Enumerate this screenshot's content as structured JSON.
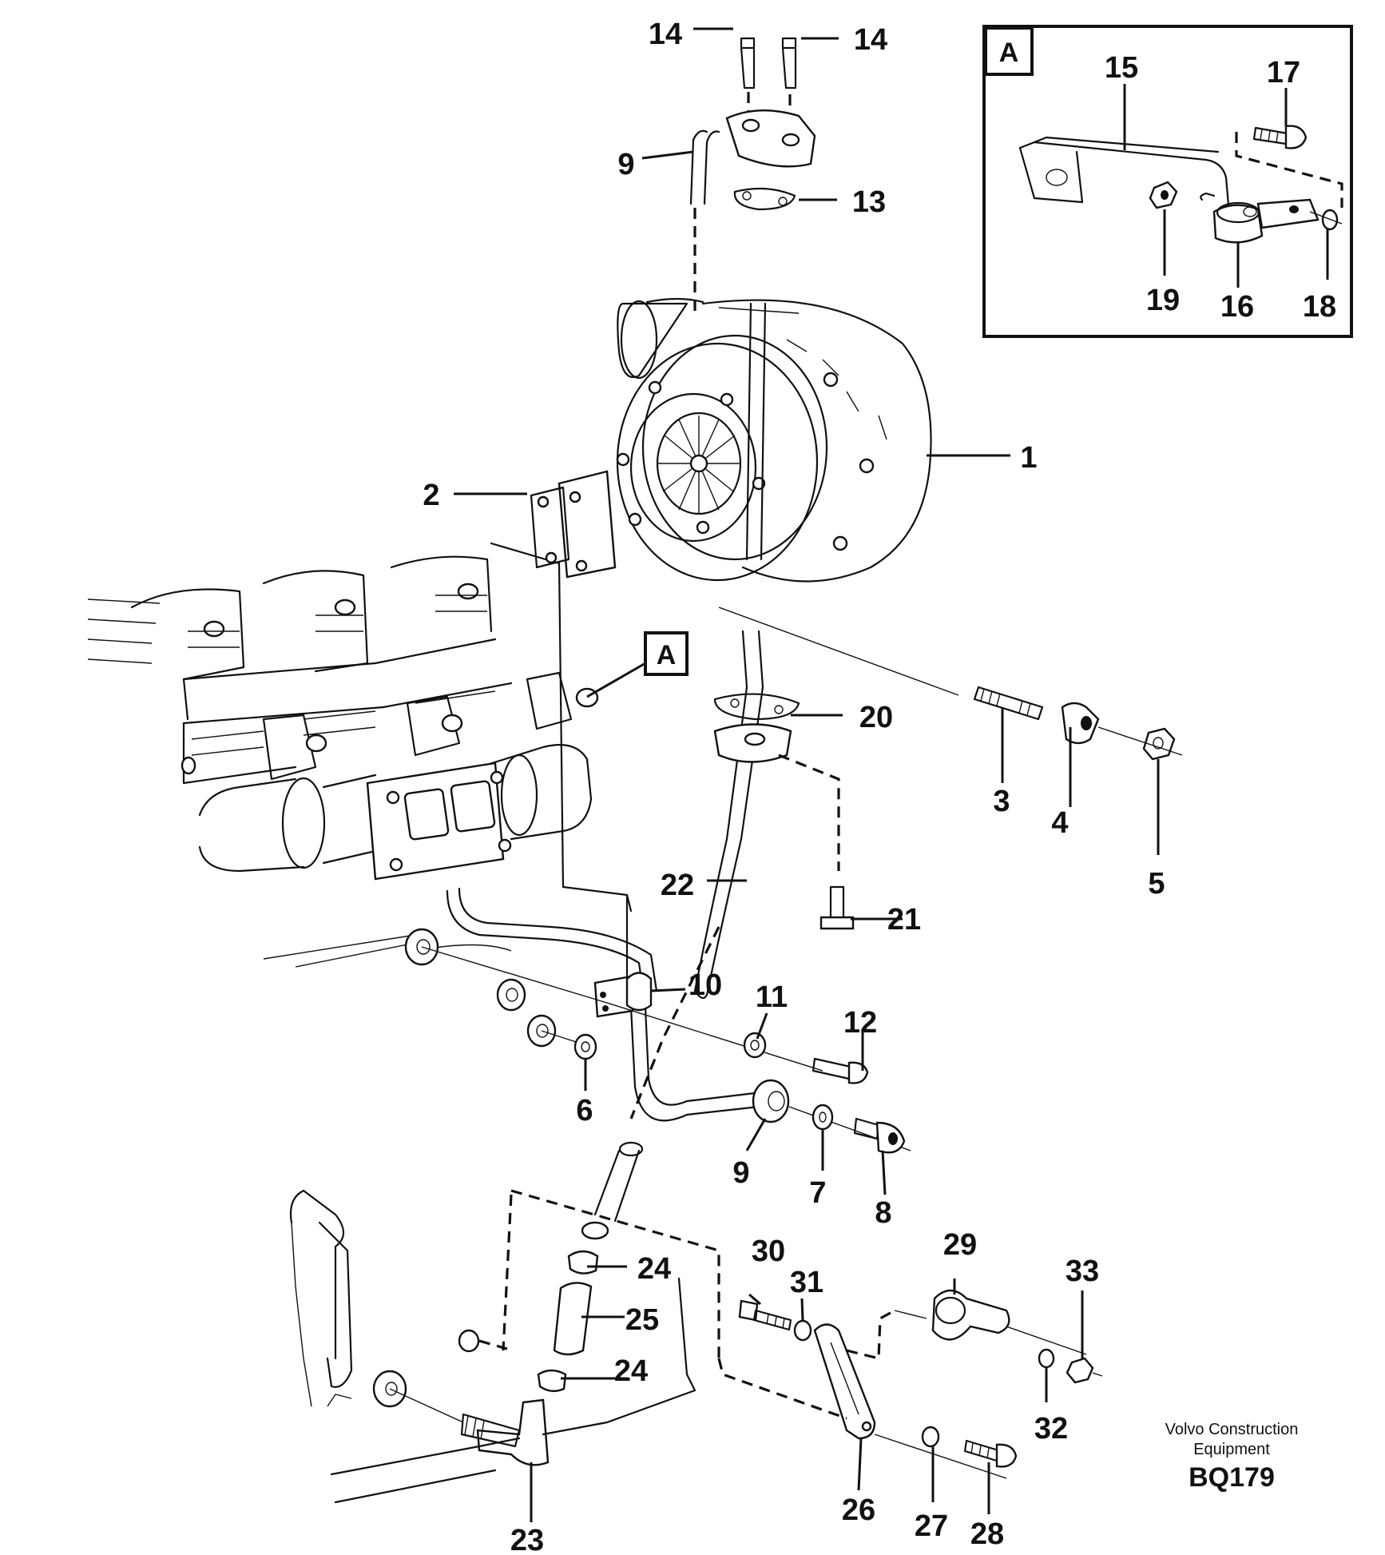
{
  "callouts": {
    "c1": "1",
    "c2": "2",
    "c3": "3",
    "c4": "4",
    "c5": "5",
    "c6": "6",
    "c7": "7",
    "c8": "8",
    "c9a": "9",
    "c9b": "9",
    "c10": "10",
    "c11": "11",
    "c12": "12",
    "c13": "13",
    "c14a": "14",
    "c14b": "14",
    "c15": "15",
    "c16": "16",
    "c17": "17",
    "c18": "18",
    "c19": "19",
    "c20": "20",
    "c21": "21",
    "c22": "22",
    "c23": "23",
    "c24a": "24",
    "c24b": "24",
    "c25": "25",
    "c26": "26",
    "c27": "27",
    "c28": "28",
    "c29": "29",
    "c30": "30",
    "c31": "31",
    "c32": "32",
    "c33": "33"
  },
  "detail_frame": {
    "letter": "A"
  },
  "detail_marker": {
    "letter": "A"
  },
  "credit": {
    "line1": "Volvo Construction",
    "line2": "Equipment"
  },
  "drawing_code": "BQ179"
}
